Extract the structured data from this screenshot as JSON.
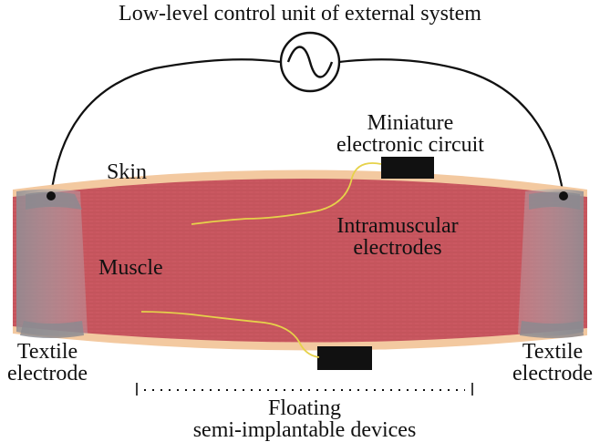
{
  "title": "Low-level control unit of external system",
  "labels": {
    "skin": "Skin",
    "muscle": "Muscle",
    "circuit_line1": "Miniature",
    "circuit_line2": "electronic circuit",
    "intramuscular_line1": "Intramuscular",
    "intramuscular_line2": "electrodes",
    "left_electrode_line1": "Textile",
    "left_electrode_line2": "electrode",
    "right_electrode_line1": "Textile",
    "right_electrode_line2": "electrode",
    "floating_line1": "Floating",
    "floating_line2": "semi-implantable devices"
  },
  "colors": {
    "skin": "#f3c9a0",
    "muscle": "#c8565f",
    "muscle_fiber": "#b24852",
    "electrode": "#9a9aa0",
    "lead_wire": "#e6d24a",
    "device": "#111111",
    "wire": "#111111"
  },
  "icons": {
    "generator": "ac-source-sine-icon"
  }
}
